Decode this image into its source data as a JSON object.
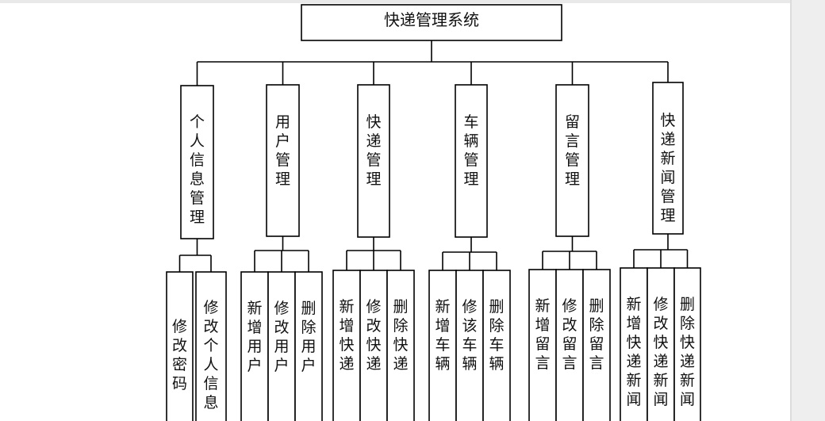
{
  "diagram": {
    "root": "快递管理系统",
    "modules": [
      {
        "label": "个人信息管理",
        "children": [
          "修改密码",
          "修改个人信息"
        ]
      },
      {
        "label": "用户管理",
        "children": [
          "新增用户",
          "修改用户",
          "删除用户"
        ]
      },
      {
        "label": "快递管理",
        "children": [
          "新增快递",
          "修改快递",
          "删除快递"
        ]
      },
      {
        "label": "车辆管理",
        "children": [
          "新增车辆",
          "修该车辆",
          "删除车辆"
        ]
      },
      {
        "label": "留言管理",
        "children": [
          "新增留言",
          "修改留言",
          "删除留言"
        ]
      },
      {
        "label": "快递新闻管理",
        "children": [
          "新增快递新闻",
          "修改快递新闻",
          "删除快递新闻"
        ]
      }
    ]
  }
}
